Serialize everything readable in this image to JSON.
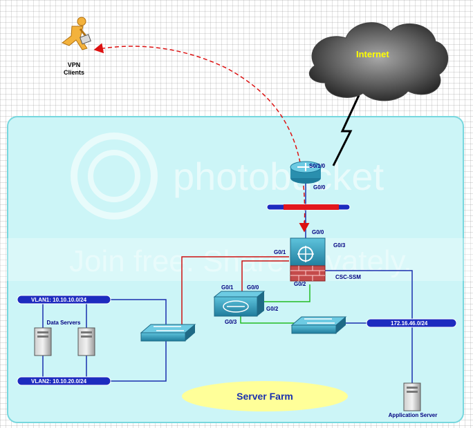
{
  "title": "",
  "nodes": {
    "vpn_clients": {
      "label_line1": "VPN",
      "label_line2": "Clients",
      "icon": "runner-with-briefcase-icon"
    },
    "internet": {
      "label": "Internet",
      "icon": "cloud-icon"
    },
    "router": {
      "icon": "router-icon",
      "port_upper": "S0/1/0",
      "port_lower": "G0/0"
    },
    "firewall_asa": {
      "icon": "asa-firewall-icon",
      "port_top": "G0/0",
      "port_left": "G0/1",
      "port_right": "G0/3",
      "port_bottom": "G0/2",
      "module_label": "CSC-SSM"
    },
    "core_switch": {
      "icon": "layer3-switch-icon",
      "port_g01": "G0/1",
      "port_g00": "G0/0",
      "port_g02": "G0/2",
      "port_g03": "G0/3"
    },
    "switch_left": {
      "icon": "switch-icon"
    },
    "switch_right": {
      "icon": "switch-icon"
    },
    "data_servers": {
      "label": "Data Servers",
      "icon": "server-icon"
    },
    "app_server": {
      "label": "Application Server",
      "icon": "server-icon"
    }
  },
  "segments": {
    "vlan1": "VLAN1: 10.10.10.0/24",
    "vlan2": "VLAN2: 10.10.20.0/24",
    "dmz": "172.16.46.0/24"
  },
  "zones": {
    "server_farm": "Server Farm"
  },
  "watermark": {
    "brand": "photobucket",
    "tagline": "Join free. Share privately."
  },
  "colors": {
    "zone_fill": "#ccf5f7",
    "zone_border": "#77d7de",
    "link_red": "#cc1111",
    "link_green": "#22bb22",
    "link_blue": "#1a2fae",
    "vpn_path": "#dd1111",
    "bus_fill": "#1d2bbf",
    "server_farm_fill": "#ffff99",
    "device_fill": "#2a8fae",
    "internet_text": "#ffff00"
  }
}
